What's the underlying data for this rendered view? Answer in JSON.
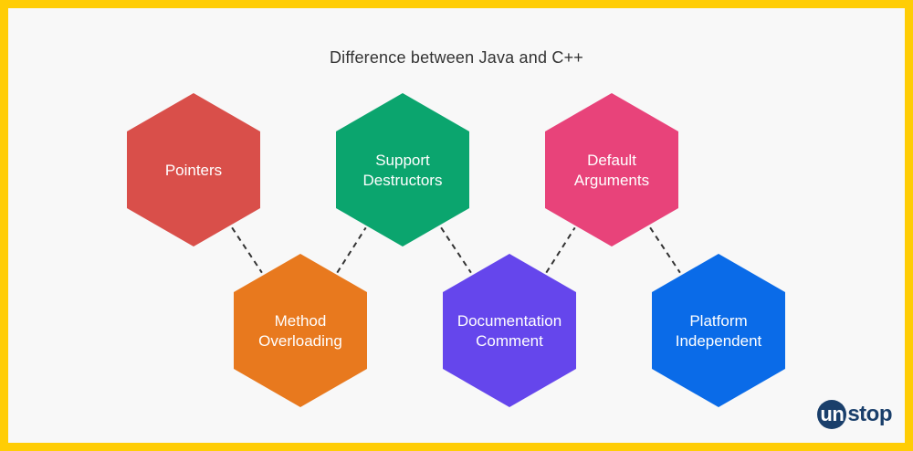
{
  "title": "Difference between Java and C++",
  "colors": {
    "border": "#FFCD05",
    "background": "#F8F8F8",
    "connector": "#333333",
    "text": "#FFFFFF"
  },
  "nodes": [
    {
      "id": "pointers",
      "lines": [
        "Pointers"
      ],
      "color": "#D94F4A"
    },
    {
      "id": "method-overloading",
      "lines": [
        "Method",
        "Overloading"
      ],
      "color": "#E8791E"
    },
    {
      "id": "support-destructors",
      "lines": [
        "Support",
        "Destructors"
      ],
      "color": "#0BA56E"
    },
    {
      "id": "documentation-comment",
      "lines": [
        "Documentation",
        "Comment"
      ],
      "color": "#6546EC"
    },
    {
      "id": "default-arguments",
      "lines": [
        "Default",
        "Arguments"
      ],
      "color": "#E8437A"
    },
    {
      "id": "platform-independent",
      "lines": [
        "Platform",
        "Independent"
      ],
      "color": "#0A6BE8"
    }
  ],
  "connections": [
    [
      "pointers",
      "method-overloading"
    ],
    [
      "method-overloading",
      "support-destructors"
    ],
    [
      "support-destructors",
      "documentation-comment"
    ],
    [
      "documentation-comment",
      "default-arguments"
    ],
    [
      "default-arguments",
      "platform-independent"
    ]
  ],
  "logo": {
    "badge": "un",
    "rest": "stop"
  }
}
